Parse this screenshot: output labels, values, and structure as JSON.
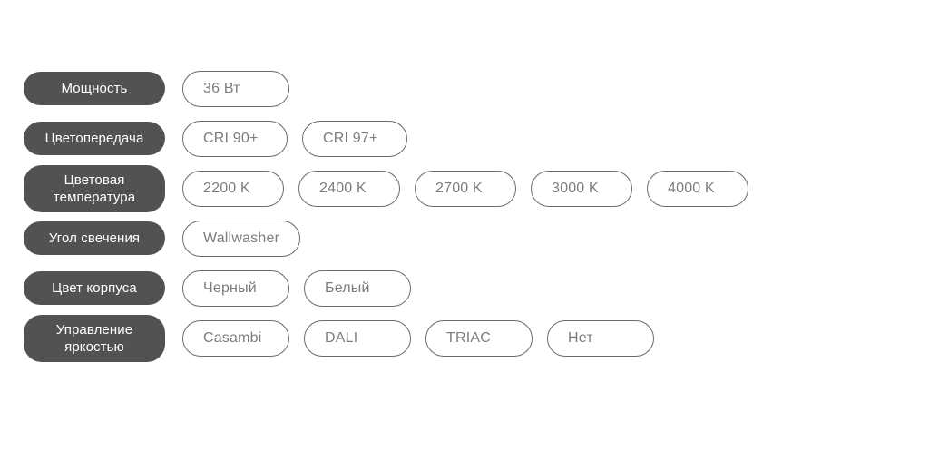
{
  "page": {
    "background_color": "#ffffff",
    "label_pill_color": "#525252",
    "label_text_color": "#ffffff",
    "option_border_color": "#6b6b6b",
    "option_text_color": "#7d7d7d"
  },
  "rows": [
    {
      "label": "Мощность",
      "options": [
        {
          "value": "36 Вт"
        }
      ]
    },
    {
      "label": "Цветопередача",
      "options": [
        {
          "value": "CRI 90+"
        },
        {
          "value": "CRI 97+"
        }
      ]
    },
    {
      "label": "Цветовая температура",
      "options": [
        {
          "value": "2200 K"
        },
        {
          "value": "2400 K"
        },
        {
          "value": "2700 K"
        },
        {
          "value": "3000 K"
        },
        {
          "value": "4000 K"
        }
      ]
    },
    {
      "label": "Угол свечения",
      "options": [
        {
          "value": "Wallwasher"
        }
      ]
    },
    {
      "label": "Цвет корпуса",
      "options": [
        {
          "value": "Черный"
        },
        {
          "value": "Белый"
        }
      ]
    },
    {
      "label": "Управление яркостью",
      "options": [
        {
          "value": "Casambi"
        },
        {
          "value": "DALI"
        },
        {
          "value": "TRIAC"
        },
        {
          "value": "Нет"
        }
      ]
    }
  ]
}
